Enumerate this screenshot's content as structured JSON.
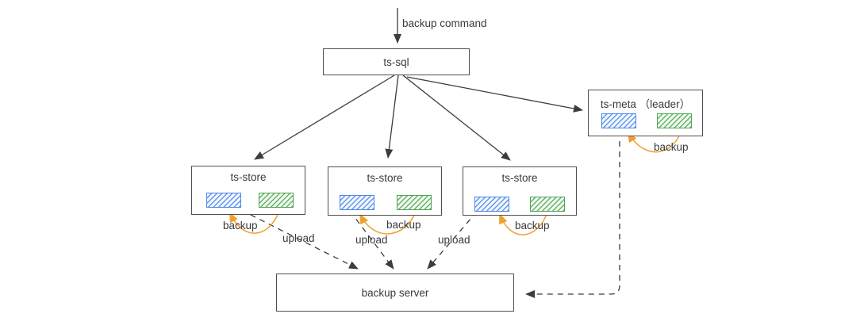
{
  "diagram": {
    "type": "architecture-flow",
    "description_visible_text_only": true,
    "nodes": [
      {
        "id": "ts-sql",
        "label": "ts-sql"
      },
      {
        "id": "ts-store-1",
        "label": "ts-store"
      },
      {
        "id": "ts-store-2",
        "label": "ts-store"
      },
      {
        "id": "ts-store-3",
        "label": "ts-store"
      },
      {
        "id": "ts-meta",
        "label": "ts-meta （leader）"
      },
      {
        "id": "backup-server",
        "label": "backup server"
      }
    ],
    "shards": {
      "blue": "hatched-blue-shard",
      "green": "hatched-green-shard"
    },
    "edges": [
      {
        "from": "external",
        "to": "ts-sql",
        "label": "backup command",
        "style": "solid-arrow"
      },
      {
        "from": "ts-sql",
        "to": "ts-store-1",
        "label": "",
        "style": "solid-arrow"
      },
      {
        "from": "ts-sql",
        "to": "ts-store-2",
        "label": "",
        "style": "solid-arrow"
      },
      {
        "from": "ts-sql",
        "to": "ts-store-3",
        "label": "",
        "style": "solid-arrow"
      },
      {
        "from": "ts-sql",
        "to": "ts-meta",
        "label": "",
        "style": "solid-arrow"
      },
      {
        "from": "ts-store-1.green",
        "to": "ts-store-1.blue",
        "label": "backup",
        "style": "orange-curve"
      },
      {
        "from": "ts-store-2.green",
        "to": "ts-store-2.blue",
        "label": "backup",
        "style": "orange-curve"
      },
      {
        "from": "ts-store-3.green",
        "to": "ts-store-3.blue",
        "label": "backup",
        "style": "orange-curve"
      },
      {
        "from": "ts-meta.green",
        "to": "ts-meta.blue",
        "label": "backup",
        "style": "orange-curve"
      },
      {
        "from": "ts-store-1.blue",
        "to": "backup-server",
        "label": "upload",
        "style": "dashed-arrow"
      },
      {
        "from": "ts-store-2.blue",
        "to": "backup-server",
        "label": "upload",
        "style": "dashed-arrow"
      },
      {
        "from": "ts-store-3.blue",
        "to": "backup-server",
        "label": "upload",
        "style": "dashed-arrow"
      },
      {
        "from": "ts-meta.blue",
        "to": "backup-server",
        "label": "",
        "style": "dashed-arrow"
      }
    ],
    "colors": {
      "box_border": "#4f4f4f",
      "line": "#3c3c3c",
      "orange": "#f0a030",
      "blue": "#4a86e8",
      "green": "#4ca64f",
      "text": "#3a3a3a",
      "bg": "#ffffff"
    }
  }
}
